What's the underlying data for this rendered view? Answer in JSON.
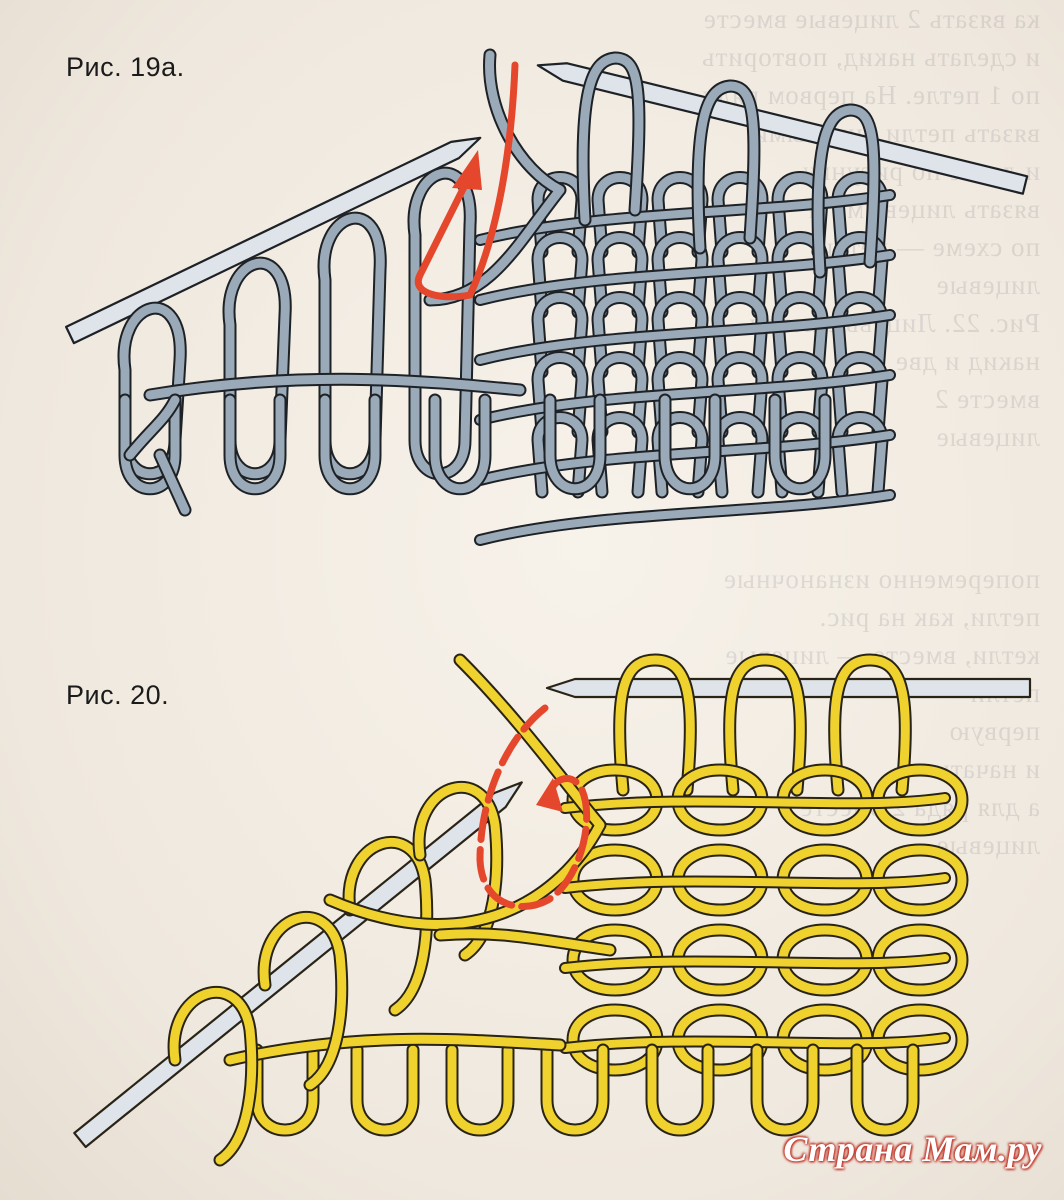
{
  "figures": [
    {
      "caption": "Рис. 19а.",
      "yarn_color": "#9aaab8",
      "outline_color": "#1e2226",
      "arrow_color": "#e5472c",
      "needle_color": "#dfe4ea"
    },
    {
      "caption": "Рис. 20.",
      "yarn_color": "#f0d22e",
      "outline_color": "#2a2416",
      "arrow_color": "#e5472c",
      "needle_color": "#dfe4ea"
    }
  ],
  "bleed_through": {
    "top": "ка вязать 2 лицевые вместе\nи сделать накид, повторить\nпо 1 петле. На первом ряду\nвязать петли лицевыми,\nи далее по рисунку\nвязать лицевыми и\nпо схеме — петли\nлицевые\nРис. 22. Лицевые петли\nнакид и две\nвместе 2\nлицевые",
    "mid": "попеременно изнаночные\nпетли, как на рис.\nкетли, вместе — лицевые\nпетли\nпервую\nи начать\nа для ряда 2 вместе\nлицевые"
  },
  "watermark": "Страна Мам.ру"
}
